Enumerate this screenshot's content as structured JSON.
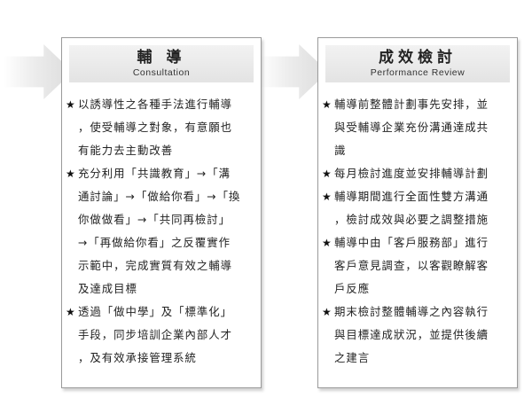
{
  "panels": [
    {
      "title": "輔 導",
      "subtitle": "Consultation",
      "items": [
        "以誘導性之各種手法進行輔導\n，使受輔導之對象，有意願也\n有能力去主動改善",
        "充分利用「共識教育」→「溝\n通討論」→「做給你看」→「換\n你做做看」→「共同再檢討」\n→「再做給你看」之反覆實作\n示範中，完成實質有效之輔導\n及達成目標",
        "透過「做中學」及「標準化」\n手段，同步培訓企業內部人才\n，及有效承接管理系統"
      ]
    },
    {
      "title": "成效檢討",
      "subtitle": "Performance Review",
      "items": [
        "輔導前整體計劃事先安排，並\n與受輔導企業充份溝通達成共\n識",
        "每月檢討進度並安排輔導計劃",
        "輔導期間進行全面性雙方溝通\n，檢討成效與必要之調整措施",
        "輔導中由「客戶服務部」進行\n客戶意見調查，以客觀瞭解客\n戶反應",
        "期末檢討整體輔導之內容執行\n與目標達成狀況，並提供後續\n之建言"
      ]
    }
  ],
  "bullet": "★"
}
